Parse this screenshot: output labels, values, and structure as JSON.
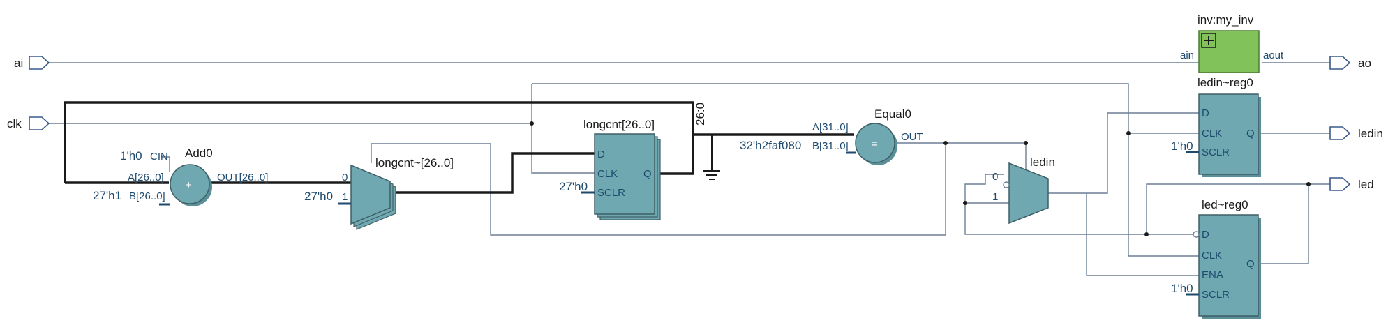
{
  "ports": {
    "inputs": [
      "ai",
      "clk"
    ],
    "outputs": [
      "ao",
      "ledin",
      "led"
    ]
  },
  "instance_inv": {
    "name": "inv:my_inv",
    "pin_in": "ain",
    "pin_out": "aout"
  },
  "add0": {
    "name": "Add0",
    "symbol": "+",
    "cin": "CIN",
    "a": "A[26..0]",
    "b": "B[26..0]",
    "out": "OUT[26..0]",
    "cin_const": "1'h0",
    "b_const": "27'h1"
  },
  "mux_longcnt": {
    "name": "longcnt~[26..0]",
    "in0": "0",
    "in1": "1",
    "in1_const": "27'h0"
  },
  "reg_longcnt": {
    "name": "longcnt[26..0]",
    "d": "D",
    "clk": "CLK",
    "sclr": "SCLR",
    "q": "Q",
    "sclr_const": "27'h0"
  },
  "bus_slice": "26:0",
  "equal0": {
    "name": "Equal0",
    "symbol": "=",
    "a": "A[31..0]",
    "b": "B[31..0]",
    "out": "OUT",
    "b_const": "32'h2faf080"
  },
  "mux_ledin": {
    "name": "ledin",
    "in0": "0",
    "in1": "1"
  },
  "reg_ledin": {
    "name": "ledin~reg0",
    "d": "D",
    "clk": "CLK",
    "sclr": "SCLR",
    "q": "Q",
    "sclr_const": "1'h0"
  },
  "reg_led": {
    "name": "led~reg0",
    "d": "D",
    "clk": "CLK",
    "ena": "ENA",
    "sclr": "SCLR",
    "q": "Q",
    "sclr_const": "1'h0"
  },
  "colors": {
    "block": "#6fa8b0",
    "instance": "#82c25a",
    "wire": "#6b7f95",
    "bus": "#1a1a1a"
  }
}
